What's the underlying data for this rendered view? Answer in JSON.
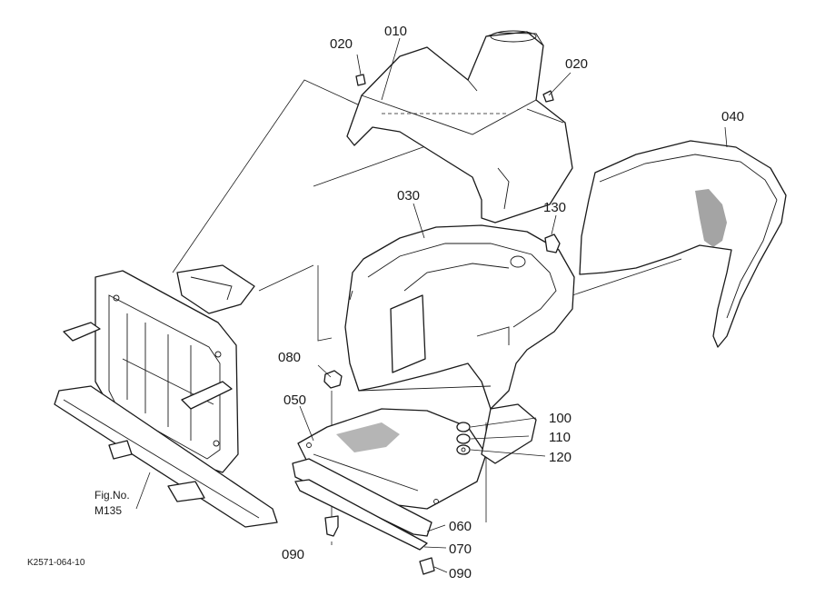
{
  "callouts": {
    "c010": "010",
    "c020a": "020",
    "c020b": "020",
    "c030": "030",
    "c040": "040",
    "c050": "050",
    "c060": "060",
    "c070": "070",
    "c080": "080",
    "c090a": "090",
    "c090b": "090",
    "c100": "100",
    "c110": "110",
    "c120": "120",
    "c130": "130"
  },
  "figure_ref": {
    "line1": "Fig.No.",
    "line2": "M135"
  },
  "drawing_code": "K2571-064-10"
}
